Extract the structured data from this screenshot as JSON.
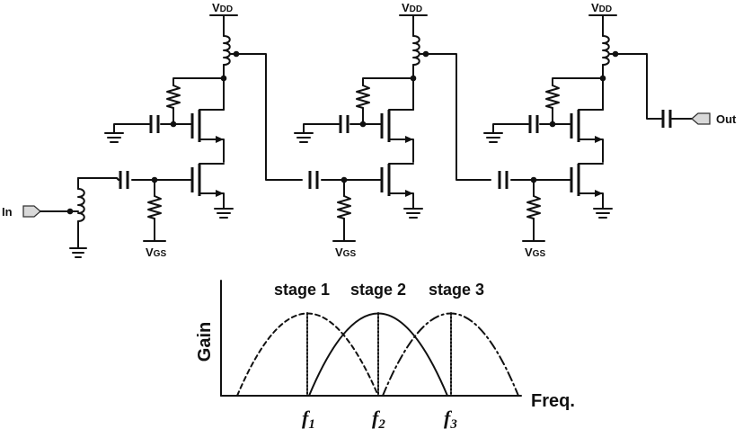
{
  "labels": {
    "vdd_main": "V",
    "vdd_sub": "DD",
    "vgs_main": "V",
    "vgs_sub": "GS",
    "input": "In",
    "output": "Out"
  },
  "stages": [
    {
      "id": "stage-1",
      "name": "stage 1"
    },
    {
      "id": "stage-2",
      "name": "stage 2"
    },
    {
      "id": "stage-3",
      "name": "stage 3"
    }
  ],
  "response_plot": {
    "ylabel": "Gain",
    "xlabel": "Freq.",
    "frequencies": [
      {
        "main": "f",
        "sub": "1"
      },
      {
        "main": "f",
        "sub": "2"
      },
      {
        "main": "f",
        "sub": "3"
      }
    ],
    "curve_styles": [
      "dashed",
      "solid",
      "dash-dot"
    ]
  }
}
